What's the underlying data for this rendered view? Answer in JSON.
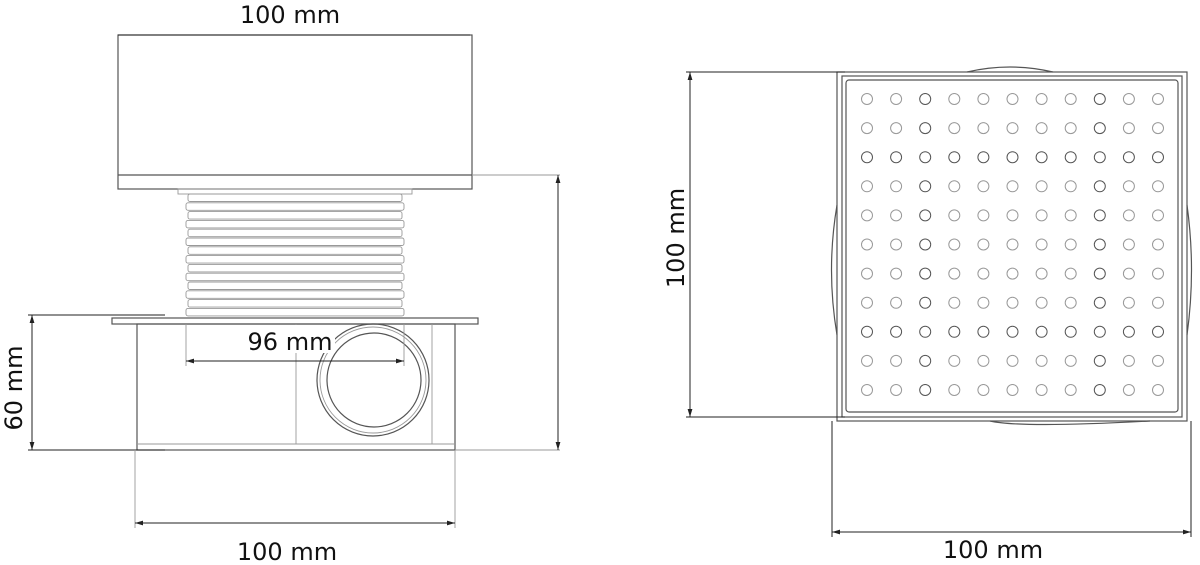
{
  "side_view": {
    "top_width_label": "100 mm",
    "inner_width_label": "96 mm",
    "base_height_label": "60 mm",
    "base_width_label": "100 mm"
  },
  "top_view": {
    "height_label": "100 mm",
    "width_label": "100 mm",
    "grate_holes": {
      "rows": 11,
      "columns": 11
    }
  },
  "colors": {
    "line": "#555555",
    "dimension": "#222222"
  }
}
